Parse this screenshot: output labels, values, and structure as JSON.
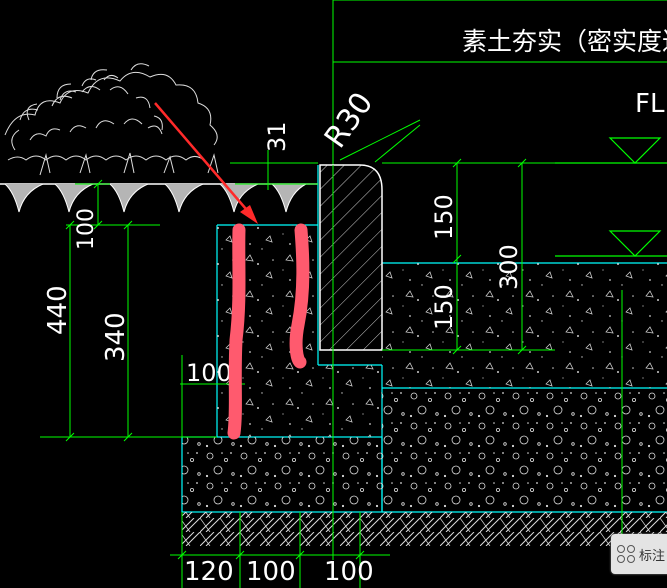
{
  "title_text": "素土夯实（密实度达到",
  "labels": {
    "fl": "FL",
    "r30": "R30",
    "d31": "31",
    "d150a": "150",
    "d300": "300",
    "d150b": "150",
    "d100_top": "100",
    "d440": "440",
    "d340": "340",
    "d100_mid": "100",
    "d120": "120",
    "d100_b1": "100",
    "d100_b2": "100"
  },
  "toolbar": {
    "label": "标注"
  },
  "colors": {
    "dimension": "#00ff00",
    "outline": "#00ffff",
    "hatch": "#ffffff",
    "annotation_arrow": "#ff2a2a",
    "highlight": "#ff5a6e"
  }
}
